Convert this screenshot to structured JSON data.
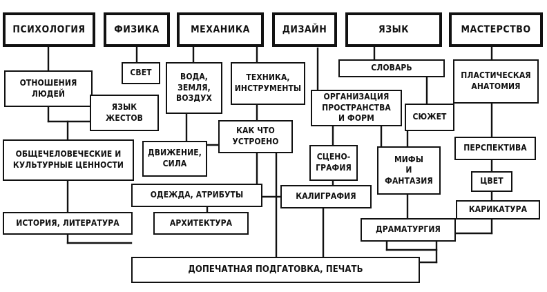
{
  "headers": {
    "psychology": "ПСИХОЛОГИЯ",
    "physics": "ФИЗИКА",
    "mechanics": "МЕХАНИКА",
    "design": "ДИЗАЙН",
    "language": "ЯЗЫК",
    "mastery": "МАСТЕРСТВО"
  },
  "nodes": {
    "relations": "ОТНОШЕНИЯ\nЛЮДЕЙ",
    "gestures": "ЯЗЫК\nЖЕСТОВ",
    "values": "ОБЩЕЧЕЛОВЕЧЕСКИЕ И\nКУЛЬТУРНЫЕ ЦЕННОСТИ",
    "history": "ИСТОРИЯ, ЛИТЕРАТУРА",
    "light": "СВЕТ",
    "elements": "ВОДА,\nЗЕМЛЯ,\nВОЗДУХ",
    "movement": "ДВИЖЕНИЕ,\nСИЛА",
    "technique": "ТЕХНИКА,\nИНСТРУМЕНТЫ",
    "how_built": "КАК ЧТО\nУСТРОЕНО",
    "clothing": "ОДЕЖДА, АТРИБУТЫ",
    "architecture": "АРХИТЕКТУРА",
    "organization": "ОРГАНИЗАЦИЯ\nПРОСТРАНСТВА\nИ ФОРМ",
    "scenography": "СЦЕНО-\nГРАФИЯ",
    "calligraphy": "КАЛИГРАФИЯ",
    "vocabulary": "СЛОВАРЬ",
    "plot": "СЮЖЕТ",
    "myths": "МИФЫ\nИ\nФАНТАЗИЯ",
    "dramaturgy": "ДРАМАТУРГИЯ",
    "anatomy": "ПЛАСТИЧЕСКАЯ\nАНАТОМИЯ",
    "perspective": "ПЕРСПЕКТИВА",
    "color": "ЦВЕТ",
    "caricature": "КАРИКАТУРА",
    "prepress": "ДОПЕЧАТНАЯ ПОДГАТОВКА, ПЕЧАТЬ"
  }
}
